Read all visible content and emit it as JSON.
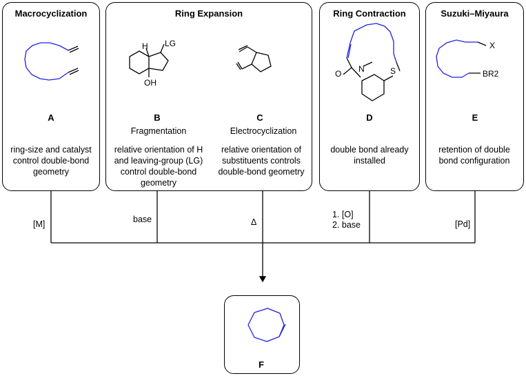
{
  "panels": {
    "macro": {
      "title": "Macrocyclization",
      "label": "A",
      "desc": "ring-size and catalyst control double-bond geometry"
    },
    "expansion": {
      "title": "Ring Expansion",
      "b": {
        "label": "B",
        "sub": "Fragmentation",
        "desc": "relative orientation of H and leaving-group (LG) control double-bond geometry"
      },
      "c": {
        "label": "C",
        "sub": "Electrocyclization",
        "desc": "relative orientation of substituents controls double-bond geometry"
      }
    },
    "contraction": {
      "title": "Ring Contraction",
      "label": "D",
      "desc": "double bond already installed"
    },
    "suzuki": {
      "title": "Suzuki–Miyaura",
      "label": "E",
      "desc": "retention of double bond configuration"
    },
    "product": {
      "label": "F"
    }
  },
  "atoms": {
    "h": "H",
    "lg": "LG",
    "oh": "OH",
    "o": "O",
    "n": "N",
    "s": "S",
    "x": "X",
    "br2": "BR2"
  },
  "reagents": {
    "m": "[M]",
    "base": "base",
    "delta": "Δ",
    "oxid1": "1. [O]",
    "oxid2": "2. base",
    "pd": "[Pd]"
  },
  "colors": {
    "ring": "#1f1fe8",
    "stroke": "#000000"
  }
}
